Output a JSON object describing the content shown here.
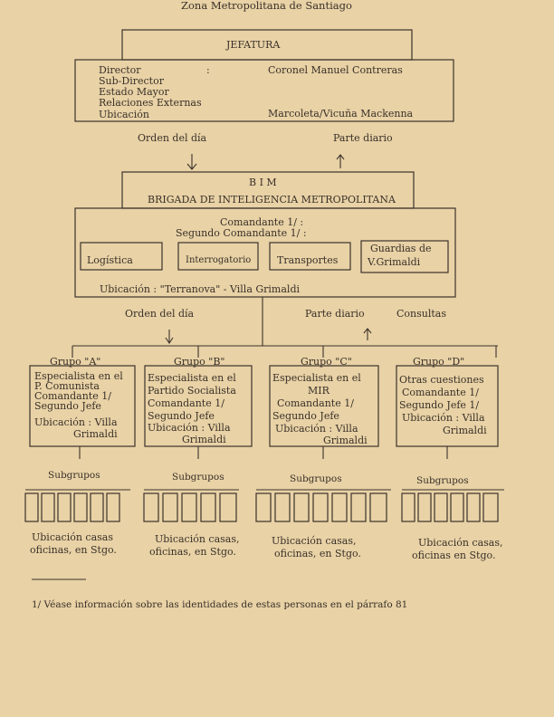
{
  "header": "Zona Metropolitana de Santiago",
  "jefatura": {
    "title": "JEFATURA",
    "labels": [
      "Director",
      "Sub-Director",
      "Estado Mayor",
      "Relaciones Externas",
      "Ubicación"
    ],
    "colon": ":",
    "director_name": "Coronel Manuel Contreras",
    "location": "Marcoleta/Vicuña Mackenna"
  },
  "links_top": {
    "left": "Orden del día",
    "right": "Parte diario"
  },
  "bim": {
    "abbr": "B I M",
    "full": "BRIGADA DE INTELIGENCIA METROPOLITANA",
    "comandante": "Comandante 1/ :",
    "segundo": "Segundo Comandante 1/ :",
    "units": [
      "Logística",
      "Interrogatorio",
      "Transportes"
    ],
    "guardias": [
      "Guardias de",
      "V.Grimaldi"
    ],
    "location": "Ubicación : \"Terranova\" - Villa Grimaldi"
  },
  "links_mid": {
    "left": "Orden del día",
    "right": "Parte diario",
    "extra": "Consultas"
  },
  "groups": [
    {
      "name": "Grupo \"A\"",
      "lines": [
        "Especialista en el",
        "P. Comunista",
        "Comandante 1/",
        "Segundo Jefe"
      ],
      "location": [
        "Ubicación : Villa",
        "Grimaldi"
      ]
    },
    {
      "name": "Grupo \"B\"",
      "lines": [
        "Especialista en el",
        "Partido Socialista",
        "Comandante 1/",
        "Segundo Jefe"
      ],
      "location": [
        "Ubicación : Villa",
        "Grimaldi"
      ]
    },
    {
      "name": "Grupo \"C\"",
      "lines": [
        "Especialista en el",
        "MIR",
        "Comandante 1/",
        "Segundo Jefe"
      ],
      "location": [
        "Ubicación : Villa",
        "Grimaldi"
      ]
    },
    {
      "name": "Grupo \"D\"",
      "lines": [
        "Otras cuestiones",
        "Comandante 1/",
        "Segundo Jefe 1/"
      ],
      "location": [
        "Ubicación : Villa",
        "Grimaldi"
      ]
    }
  ],
  "subgroups": {
    "label": "Subgrupos",
    "locations": [
      [
        "Ubicación casas",
        "oficinas, en Stgo."
      ],
      [
        "Ubicación casas,",
        "oficinas, en Stgo."
      ],
      [
        "Ubicación casas,",
        "oficinas, en Stgo."
      ],
      [
        "Ubicación casas,",
        "oficinas en Stgo."
      ]
    ]
  },
  "footnote": "1/  Véase información sobre las identidades de estas personas en el párrafo 81"
}
